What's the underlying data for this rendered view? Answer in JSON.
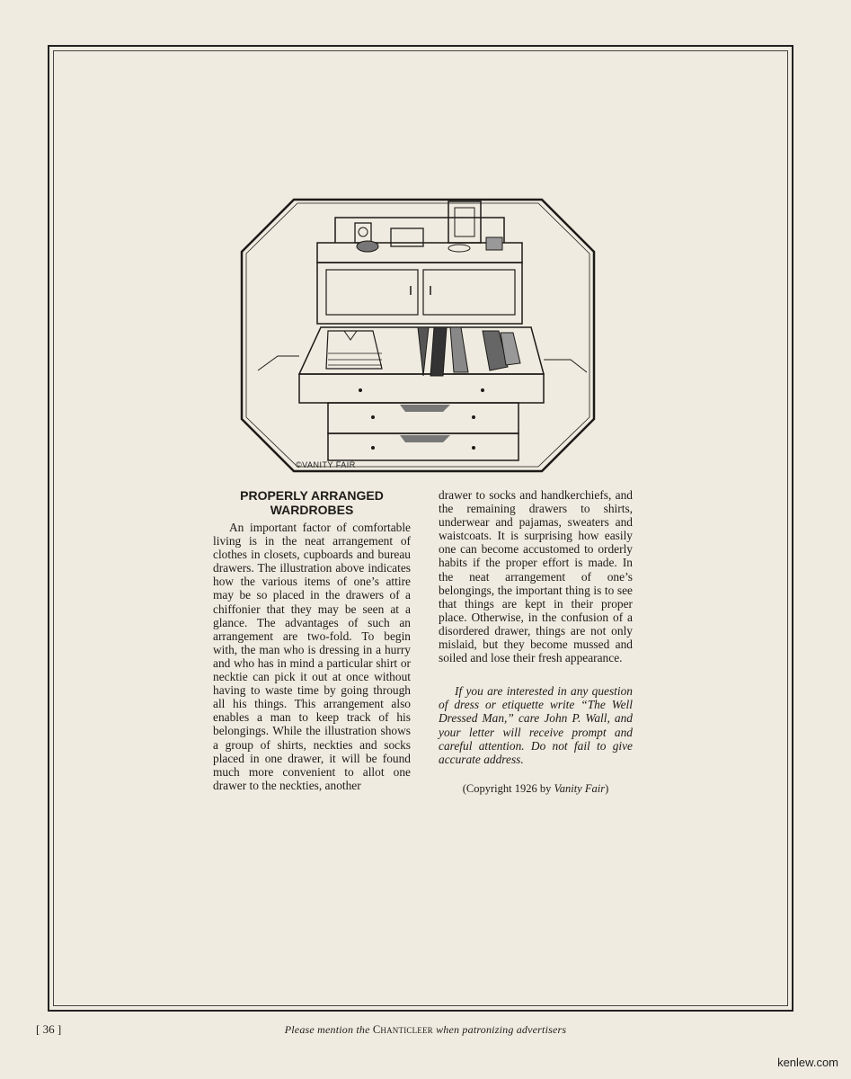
{
  "illustration": {
    "description_icon": "chiffonier-drawers-illustration",
    "copyright_mark": "©VANITY FAIR"
  },
  "article": {
    "headline_line1": "PROPERLY ARRANGED",
    "headline_line2": "WARDROBES",
    "left_column": "An important factor of comfortable living is in the neat arrangement of clothes in closets, cupboards and bureau drawers. The illustration above indicates how the various items of one’s attire may be so placed in the drawers of a chiffonier that they may be seen at a glance. The advantages of such an arrangement are two-fold. To begin with, the man who is dressing in a hurry and who has in mind a particular shirt or necktie can pick it out at once without having to waste time by going through all his things. This arrangement also enables a man to keep track of his belongings. While the illustration shows a group of shirts, neckties and socks placed in one drawer, it will be found much more convenient to allot one drawer to the neckties, another",
    "right_column": "drawer to socks and handkerchiefs, and the remaining drawers to shirts, underwear and pajamas, sweaters and waistcoats. It is surprising how easily one can become accustomed to orderly habits if the proper effort is made. In the neat arrangement of one’s belongings, the important thing is to see that things are kept in their proper place. Otherwise, in the confusion of a disordered drawer, things are not only mislaid, but they become mussed and soiled and lose their fresh appearance.",
    "note": "If you are interested in any question of dress or etiquette write “The Well Dressed Man,” care John P. Wall, and your letter will receive prompt and careful attention. Do not fail to give accurate address.",
    "credit_prefix": "(Copyright 1926 by",
    "credit_source": "Vanity Fair",
    "credit_suffix": ")"
  },
  "footer": {
    "page_number": "[ 36 ]",
    "line_before": "Please mention the",
    "line_name": "Chanticleer",
    "line_after": "when patronizing advertisers"
  },
  "watermark": "kenlew.com"
}
